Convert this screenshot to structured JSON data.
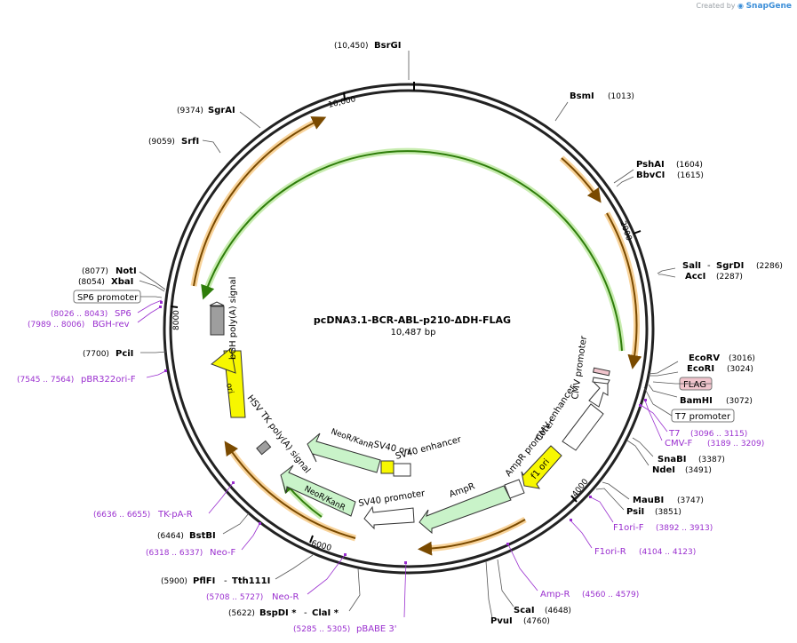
{
  "credit": {
    "prefix": "Created by",
    "brand": "SnapGene"
  },
  "map": {
    "name": "pcDNA3.1-BCR-ABL-p210-ΔDH-FLAG",
    "size": "10,487 bp"
  },
  "ticks": [
    "10,000",
    "2000",
    "4000",
    "6000",
    "8000"
  ],
  "sites": {
    "bsrgi": {
      "pos": "(10,450)",
      "name": "BsrGI"
    },
    "bsmi": {
      "name": "BsmI",
      "pos": "(1013)"
    },
    "pshai": {
      "name": "PshAI",
      "pos": "(1604)"
    },
    "bbvci": {
      "name": "BbvCI",
      "pos": "(1615)"
    },
    "sali": {
      "name": "SalI",
      "sep": "-",
      "name2": "SgrDI",
      "pos": "(2286)"
    },
    "acci": {
      "name": "AccI",
      "pos": "(2287)"
    },
    "ecorv": {
      "name": "EcoRV",
      "pos": "(3016)"
    },
    "ecori": {
      "name": "EcoRI",
      "pos": "(3024)"
    },
    "bamhi": {
      "name": "BamHI",
      "pos": "(3072)"
    },
    "snabi": {
      "name": "SnaBI",
      "pos": "(3387)"
    },
    "ndei": {
      "name": "NdeI",
      "pos": "(3491)"
    },
    "maubi": {
      "name": "MauBI",
      "pos": "(3747)"
    },
    "psii": {
      "name": "PsiI",
      "pos": "(3851)"
    },
    "scai": {
      "name": "ScaI",
      "pos": "(4648)"
    },
    "pvui": {
      "name": "PvuI",
      "pos": "(4760)"
    },
    "bspdi": {
      "pos": "(5622)",
      "name": "BspDI *",
      "sep": "-",
      "name2": "ClaI *"
    },
    "pflfi": {
      "pos": "(5900)",
      "name": "PflFI",
      "sep": "-",
      "name2": "Tth111I"
    },
    "bstbi": {
      "pos": "(6464)",
      "name": "BstBI"
    },
    "pcii": {
      "pos": "(7700)",
      "name": "PciI"
    },
    "xbai": {
      "pos": "(8054)",
      "name": "XbaI"
    },
    "noti": {
      "pos": "(8077)",
      "name": "NotI"
    },
    "srfi": {
      "pos": "(9059)",
      "name": "SrfI"
    },
    "sgrai": {
      "pos": "(9374)",
      "name": "SgrAI"
    }
  },
  "primers": {
    "t7": {
      "name": "T7",
      "pos": "(3096 .. 3115)"
    },
    "cmvf": {
      "name": "CMV-F",
      "pos": "(3189 .. 3209)"
    },
    "f1orif": {
      "name": "F1ori-F",
      "pos": "(3892 .. 3913)"
    },
    "f1orir": {
      "name": "F1ori-R",
      "pos": "(4104 .. 4123)"
    },
    "ampr": {
      "name": "Amp-R",
      "pos": "(4560 .. 4579)"
    },
    "pbabe": {
      "pos": "(5285 .. 5305)",
      "name": "pBABE 3'"
    },
    "neor": {
      "pos": "(5708 .. 5727)",
      "name": "Neo-R"
    },
    "neof": {
      "pos": "(6318 .. 6337)",
      "name": "Neo-F"
    },
    "tkpa": {
      "pos": "(6636 .. 6655)",
      "name": "TK-pA-R"
    },
    "pbr": {
      "pos": "(7545 .. 7564)",
      "name": "pBR322ori-F"
    },
    "bghrev": {
      "pos": "(7989 .. 8006)",
      "name": "BGH-rev"
    },
    "sp6": {
      "pos": "(8026 .. 8043)",
      "name": "SP6"
    }
  },
  "boxes": {
    "flag": "FLAG",
    "t7promoter": "T7 promoter",
    "sp6promoter": "SP6 promoter"
  },
  "features": {
    "bgh": "bGH poly(A) signal",
    "ori": "ori",
    "hsvtk": "HSV TK poly(A) signal",
    "neokan1": "NeoR/KanR",
    "sv40ori": "SV40 ori",
    "sv40enh": "SV40 enhancer",
    "neokan2": "NeoR/KanR",
    "sv40prom": "SV40 promoter",
    "ampr": "AmpR",
    "amprprom": "AmpR promoter",
    "f1ori": "f1 ori",
    "cmvenh": "CMV enhancer",
    "cmvprom": "CMV promoter"
  },
  "colors": {
    "enzyme": "#000000",
    "primer": "#9a2fcf",
    "orf_orange": "#f5a623",
    "orf_green": "#5fc417",
    "yellow": "#f7f700",
    "mint": "#c9f3c9",
    "flag_fill": "#f0c4cc"
  }
}
